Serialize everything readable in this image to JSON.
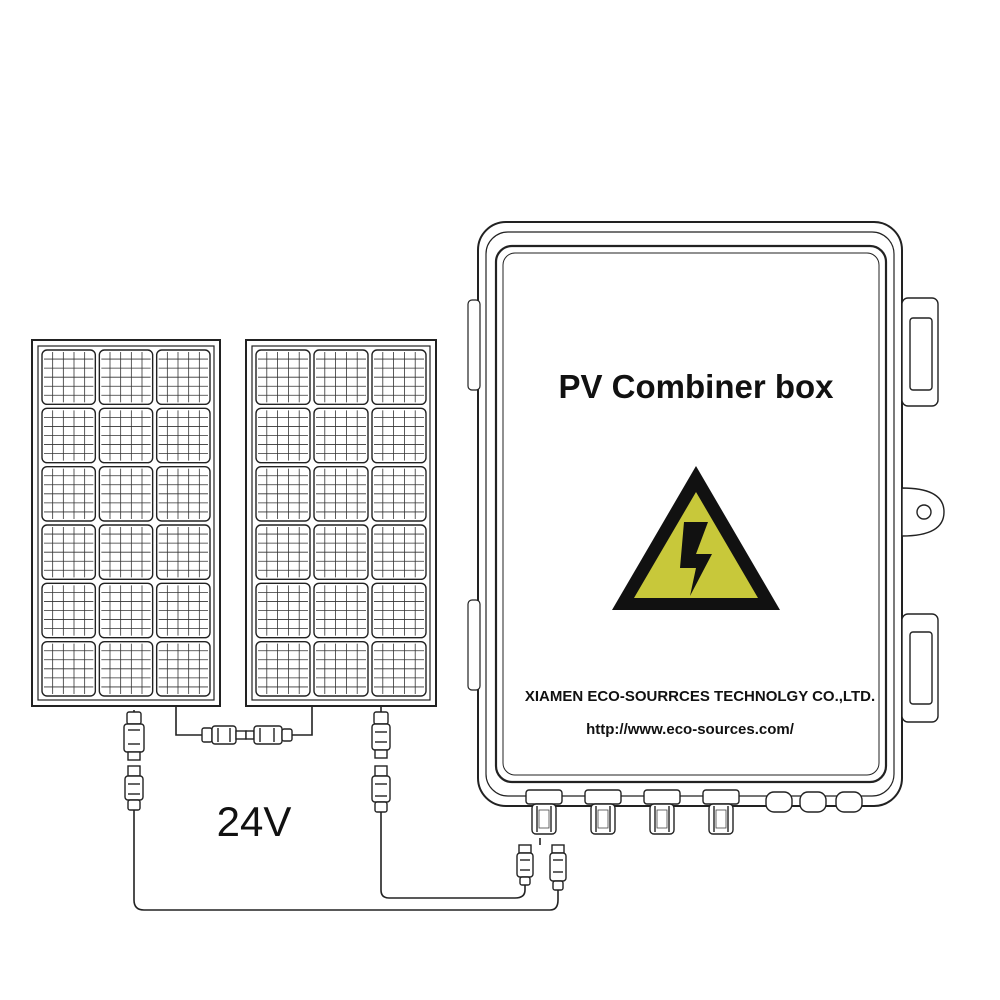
{
  "combiner_box": {
    "title": "PV Combiner box",
    "company": "XIAMEN ECO-SOURRCES TECHNOLGY CO.,LTD.",
    "website": "http://www.eco-sources.com/",
    "warning_icon": "high-voltage-warning-icon",
    "warning_color": "#c8c83a",
    "connector_count": 4
  },
  "voltage_label": "24V",
  "panels": [
    {
      "name": "solar-panel-left",
      "rows": 6,
      "cols": 3
    },
    {
      "name": "solar-panel-right",
      "rows": 6,
      "cols": 3
    }
  ]
}
